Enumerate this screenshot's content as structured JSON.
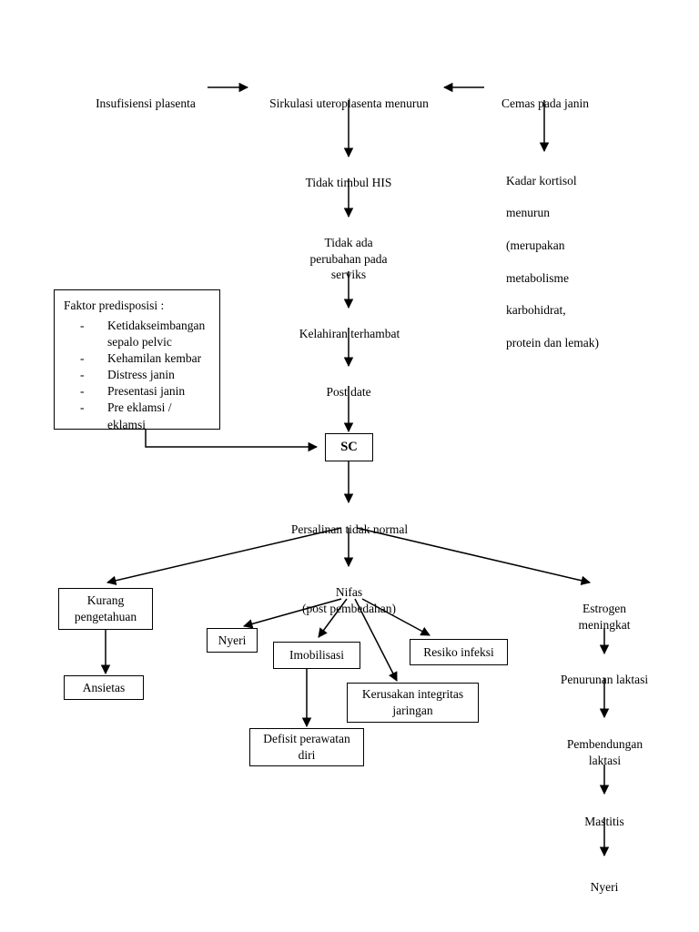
{
  "diagram": {
    "title": "Pathway Sectio Caesarea",
    "language": "id",
    "stroke_color": "#000000",
    "background_color": "#ffffff",
    "nodes": {
      "insufisiensi_plasenta": "Insufisiensi plasenta",
      "sirkulasi_uteroplasenta": "Sirkulasi uteroplasenta menurun",
      "cemas_pada_janin": "Cemas pada janin",
      "tidak_timbul_his": "Tidak timbul HIS",
      "kadar_kortisol": "Kadar kortisol menurun (merupakan metabolisme karbohidrat, protein dan lemak)",
      "tidak_ada_perubahan": "Tidak ada\nperubahan pada\nserviks",
      "kelahiran_terhambat": "Kelahiran terhambat",
      "post_date": "Post date",
      "sc": "SC",
      "persalinan_tidak_normal": "Persalinan tidak normal",
      "kurang_pengetahuan": "Kurang\npengetahuan",
      "ansietas": "Ansietas",
      "nifas": "Nifas\n(post pembedahan)",
      "nyeri_nifas": "Nyeri",
      "imobilisasi": "Imobilisasi",
      "kerusakan_integritas": "Kerusakan integritas\njaringan",
      "resiko_infeksi": "Resiko infeksi",
      "defisit_perawatan_diri": "Defisit perawatan\ndiri",
      "estrogen_meningkat": "Estrogen\nmeningkat",
      "penurunan_laktasi": "Penurunan laktasi",
      "pembendungan_laktasi": "Pembendungan\nlaktasi",
      "mastitis": "Mastitis",
      "nyeri_mastitis": "Nyeri"
    },
    "predisposisi": {
      "title": "Faktor predisposisi :",
      "bullet": "-",
      "items": [
        "Ketidakseimbangan\nsepalo pelvic",
        "Kehamilan kembar",
        "Distress janin",
        "Presentasi janin",
        "Pre eklamsi /\neklamsi"
      ]
    },
    "kadar_kortisol_lines": [
      "Kadar kortisol",
      "menurun",
      "(merupakan",
      "metabolisme",
      "karbohidrat,",
      "protein dan lemak)"
    ]
  }
}
